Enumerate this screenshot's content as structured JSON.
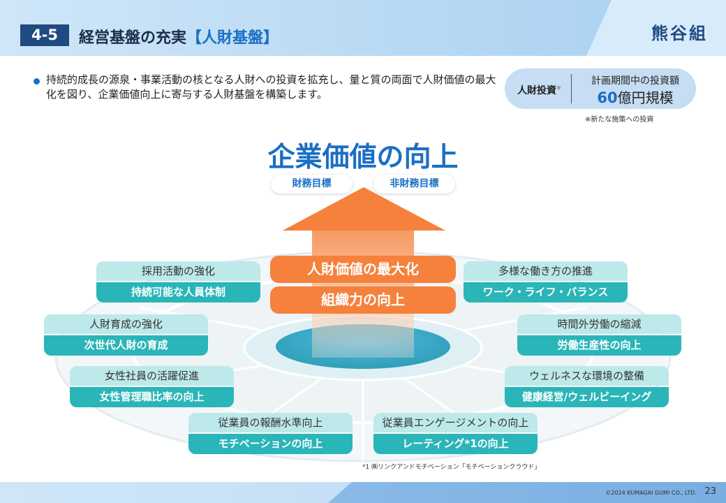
{
  "header": {
    "section_number": "4-5",
    "title": "経営基盤の充実",
    "title_bracket": "【人財基盤】",
    "logo": "熊谷組"
  },
  "lead": "持続的成長の源泉・事業活動の核となる人財への投資を拡充し、量と質の両面で人財価値の最大化を図り、企業価値向上に寄与する人財基盤を構築します。",
  "investment": {
    "label": "人財投資",
    "mark": "※",
    "title": "計画期間中の投資額",
    "value_num": "60",
    "value_unit": "億円規模",
    "note": "※新たな施策への投資"
  },
  "goal": "企業価値の向上",
  "tags": [
    "財務目標",
    "非財務目標"
  ],
  "center": [
    "人財価値の最大化",
    "組織力の向上"
  ],
  "cards": [
    {
      "top": "採用活動の強化",
      "bottom": "持続可能な人員体制"
    },
    {
      "top": "人財育成の強化",
      "bottom": "次世代人財の育成"
    },
    {
      "top": "女性社員の活躍促進",
      "bottom": "女性管理職比率の向上"
    },
    {
      "top": "従業員の報酬水準向上",
      "bottom": "モチベーションの向上"
    },
    {
      "top": "従業員エンゲージメントの向上",
      "bottom": "レーティング*1の向上"
    },
    {
      "top": "ウェルネスな環境の整備",
      "bottom": "健康経営/ウェルビーイング"
    },
    {
      "top": "時間外労働の縮減",
      "bottom": "労働生産性の向上"
    },
    {
      "top": "多様な働き方の推進",
      "bottom": "ワーク・ライフ・バランス"
    }
  ],
  "footnote": "*1 ㈱リンクアンドモチベーション「モチベーションクラウド」",
  "footer": {
    "copyright": "©2024 KUMAGAI GUMI CO., LTD.",
    "page": "23"
  },
  "colors": {
    "accent": "#1a6fc4",
    "orange": "#f5813d",
    "teal": "#2ab5b8",
    "teal_light": "#bde9ea",
    "navy": "#1f4a82"
  }
}
